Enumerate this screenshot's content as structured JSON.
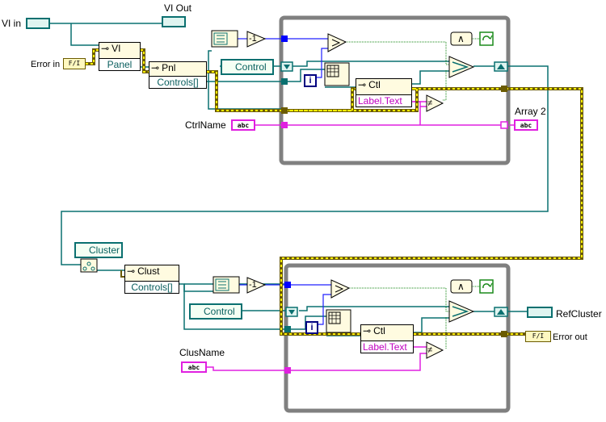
{
  "labels": {
    "vi_in": "VI in",
    "vi_out": "VI Out",
    "error_in": "Error in",
    "ctrl_name": "CtrlName",
    "array2": "Array 2",
    "clus_name": "ClusName",
    "ref_cluster": "RefCluster",
    "error_out": "Error out"
  },
  "nodes": {
    "vi": {
      "class": "VI",
      "prop": "Panel"
    },
    "pnl": {
      "class": "Pnl",
      "prop": "Controls[]"
    },
    "ctl_top": {
      "class": "Ctl",
      "prop": "Label.Text"
    },
    "clust": {
      "class": "Clust",
      "prop": "Controls[]"
    },
    "ctl_bottom": {
      "class": "Ctl",
      "prop": "Label.Text"
    }
  },
  "constants": {
    "control_top": "Control",
    "control_bottom": "Control",
    "cluster": "Cluster",
    "minus_one": "-1",
    "iter": "i",
    "string_glyph": "abc",
    "error_glyph": "F/I",
    "and_glyph": "∧",
    "neq_glyph": "≠"
  },
  "colors": {
    "refnum": "#0a7070",
    "string": "#e020e0",
    "error": "#8a7a00",
    "numeric": "#0000ff",
    "loop_frame": "#808080"
  }
}
